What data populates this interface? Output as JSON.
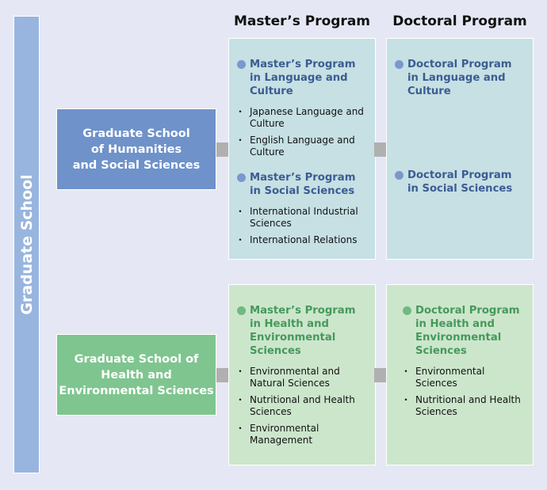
{
  "side_label": "Graduate School",
  "headers": {
    "master": "Master’s Program",
    "doctoral": "Doctoral Program"
  },
  "schools": [
    {
      "name": "Graduate School\nof Humanities\nand Social Sciences",
      "color": "#6e92c9",
      "master": [
        {
          "title": "Master’s Program in Language and Culture",
          "items": [
            "Japanese Language and Culture",
            "English Language and Culture"
          ]
        },
        {
          "title": "Master’s Program in Social Sciences",
          "items": [
            "International Industrial Sciences",
            "International Relations"
          ]
        }
      ],
      "doctoral": [
        {
          "title": "Doctoral Program in Language and Culture"
        },
        {
          "title": "Doctoral Program in Social Sciences"
        }
      ]
    },
    {
      "name": "Graduate School of\nHealth and\nEnvironmental Sciences",
      "color": "#7fc58f",
      "master": [
        {
          "title": "Master’s Program in Health and Environmental Sciences",
          "items": [
            "Environmental and Natural Sciences",
            "Nutritional and Health Sciences",
            "Environmental Management"
          ]
        }
      ],
      "doctoral": [
        {
          "title": "Doctoral Program in Health and Environmental Sciences",
          "items": [
            "Environmental Sciences",
            "Nutritional and Health Sciences"
          ]
        }
      ]
    }
  ]
}
